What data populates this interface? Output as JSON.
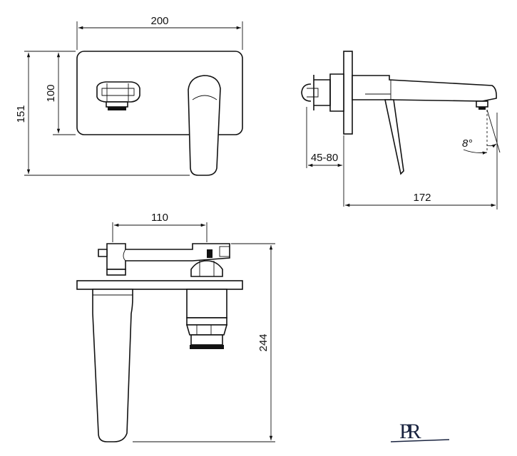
{
  "dimensions": {
    "front_width": "200",
    "front_plate_height": "100",
    "front_total_height": "151",
    "side_wall_depth": "45-80",
    "side_spout_length": "172",
    "side_angle": "8°",
    "top_centers": "110",
    "top_total_height": "244"
  },
  "logo": {
    "text": "PR"
  }
}
